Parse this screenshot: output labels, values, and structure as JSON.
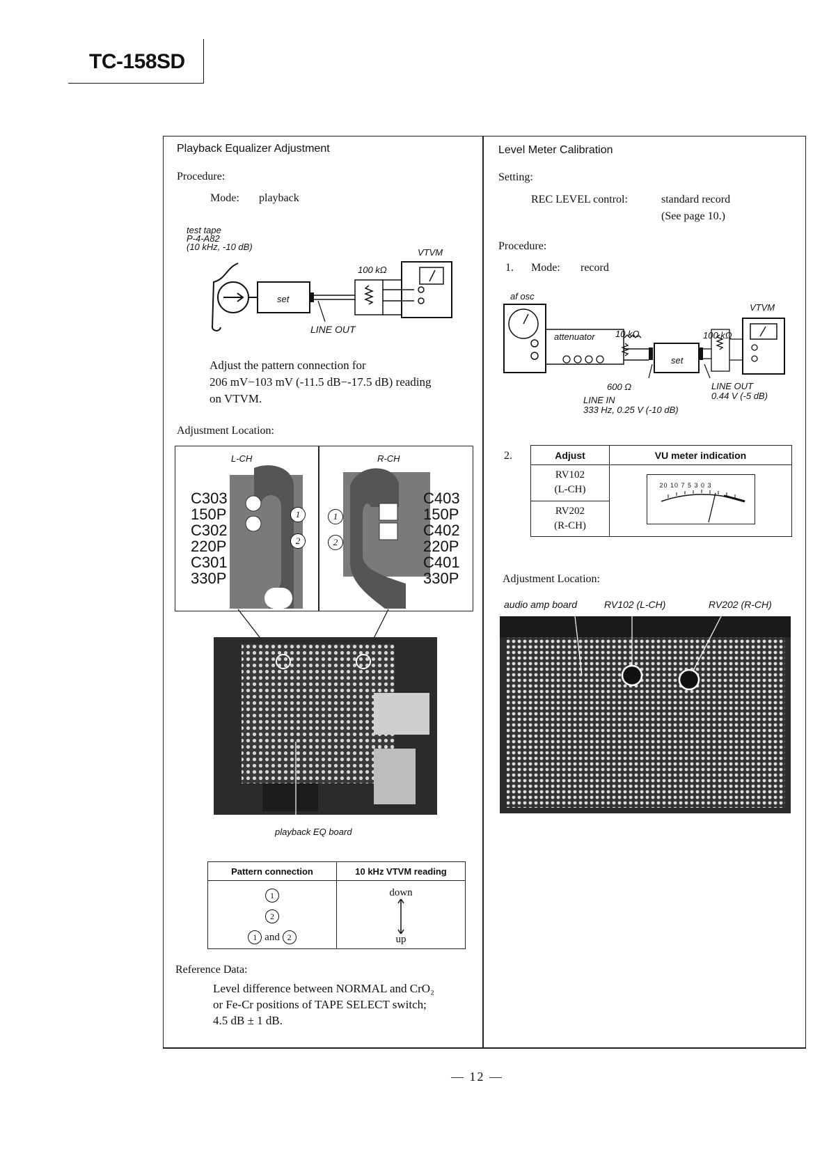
{
  "header": {
    "model": "TC-158SD"
  },
  "left": {
    "title": "Playback Equalizer Adjustment",
    "procedure_label": "Procedure:",
    "mode_label": "Mode:",
    "mode_value": "playback",
    "diagram": {
      "tape_line1": "test tape",
      "tape_line2": "P-4-A82",
      "tape_line3": "(10 kHz, -10 dB)",
      "vtvm": "VTVM",
      "resistor": "100 kΩ",
      "set": "set",
      "line_out": "LINE OUT"
    },
    "adjust_text": [
      "Adjust the pattern connection for",
      "206 mV−103 mV (-11.5 dB−-17.5 dB) reading",
      "on VTVM."
    ],
    "adj_location_label": "Adjustment Location:",
    "lch": {
      "label": "L-CH",
      "caps": [
        "C303",
        "150P",
        "C302",
        "220P",
        "C301",
        "330P"
      ],
      "circles": [
        "1",
        "2"
      ]
    },
    "rch": {
      "label": "R-CH",
      "caps": [
        "C403",
        "150P",
        "C402",
        "220P",
        "C401",
        "330P"
      ],
      "circles": [
        "1",
        "2"
      ]
    },
    "board_caption": "playback EQ board",
    "pattern_table": {
      "headers": [
        "Pattern connection",
        "10 kHz VTVM reading"
      ],
      "rows": [
        "1",
        "2",
        "1",
        "and",
        "2"
      ],
      "reading_top": "down",
      "reading_bottom": "up"
    },
    "reference_label": "Reference Data:",
    "reference_text": [
      "Level difference between NORMAL and CrO₂",
      "or Fe-Cr positions of TAPE SELECT switch;",
      "4.5 dB ± 1 dB."
    ]
  },
  "right": {
    "title": "Level Meter Calibration",
    "setting_label": "Setting:",
    "rec_level_label": "REC LEVEL control:",
    "rec_level_value": "standard record",
    "rec_level_ref": "(See page 10.)",
    "procedure_label": "Procedure:",
    "step1_num": "1.",
    "mode_label": "Mode:",
    "mode_value": "record",
    "diagram": {
      "af_osc": "af osc",
      "vtvm": "VTVM",
      "attenuator": "attenuator",
      "r10k": "10 kΩ",
      "r100k": "100 kΩ",
      "set": "set",
      "r600": "600 Ω",
      "line_out": "LINE OUT",
      "line_out_val": "0.44 V (-5 dB)",
      "line_in": "LINE IN",
      "line_in_val": "333 Hz, 0.25 V (-10 dB)"
    },
    "step2_num": "2.",
    "adjust_table": {
      "headers": [
        "Adjust",
        "VU meter indication"
      ],
      "rows": [
        [
          "RV102",
          "(L-CH)"
        ],
        [
          "RV202",
          "(R-CH)"
        ]
      ],
      "vu_scale": "20 10 7 5 3 0 3"
    },
    "adj_location_label": "Adjustment Location:",
    "photo_labels": [
      "audio amp board",
      "RV102 (L-CH)",
      "RV202 (R-CH)"
    ]
  },
  "footer": {
    "page": "— 12 —"
  }
}
